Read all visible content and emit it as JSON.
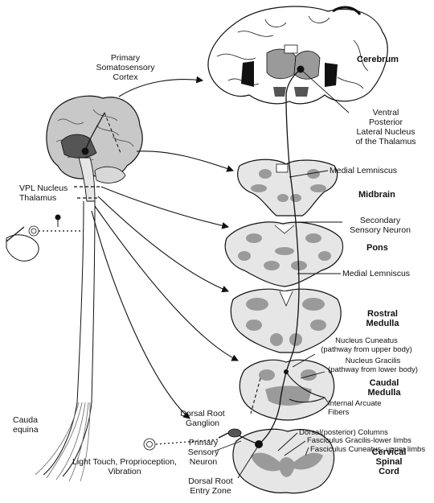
{
  "labels": {
    "primary_somatosensory_cortex": [
      "Primary",
      "Somatosensory",
      "Cortex"
    ],
    "cerebrum": "Cerebrum",
    "vpl_thalamus_right": [
      "Ventral",
      "Posterior",
      "Lateral Nucleus",
      "of the Thalamus"
    ],
    "vpl_nucleus_thalamus": [
      "VPL Nucleus",
      "Thalamus"
    ],
    "medial_lemniscus_upper": "Medial Lemniscus",
    "midbrain": "Midbrain",
    "secondary_sensory_neuron": [
      "Secondary",
      "Sensory Neuron"
    ],
    "pons": "Pons",
    "medial_lemniscus_lower": "Medial Lemniscus",
    "rostral_medulla": [
      "Rostral",
      "Medulla"
    ],
    "nucleus_cuneatus": [
      "Nucleus Cuneatus",
      "(pathway from upper body)"
    ],
    "nucleus_gracilis": [
      "Nucleus Gracilis",
      "(pathway from lower body)"
    ],
    "caudal_medulla": [
      "Caudal",
      "Medulla"
    ],
    "internal_arcuate_fibers": [
      "Internal Arcuate",
      "Fibers"
    ],
    "dorsal_root_ganglion": [
      "Dorsal Root",
      "Ganglion"
    ],
    "dorsal_columns": "Dorsal(posterior) Columns",
    "fasciculus_gracilis": "Fasciculus Gracilis-lower limbs",
    "fasciculus_cuneatus": "Fasciculus Cuneatus- upper limbs",
    "primary_sensory_neuron": [
      "Primary",
      "Sensory",
      "Neuron"
    ],
    "cervical_spinal_cord": [
      "Cervical",
      "Spinal",
      "Cord"
    ],
    "cauda_equina": [
      "Cauda",
      "equina"
    ],
    "stimuli": [
      "Light Touch, Proprioception,",
      "Vibration"
    ],
    "dorsal_root_entry_zone": [
      "Dorsal Root",
      "Entry Zone"
    ]
  },
  "colors": {
    "outline": "#111111",
    "tissue_gray": "#9a9a9a",
    "light_gray": "#e6e6e6",
    "dark_gray": "#555555"
  }
}
